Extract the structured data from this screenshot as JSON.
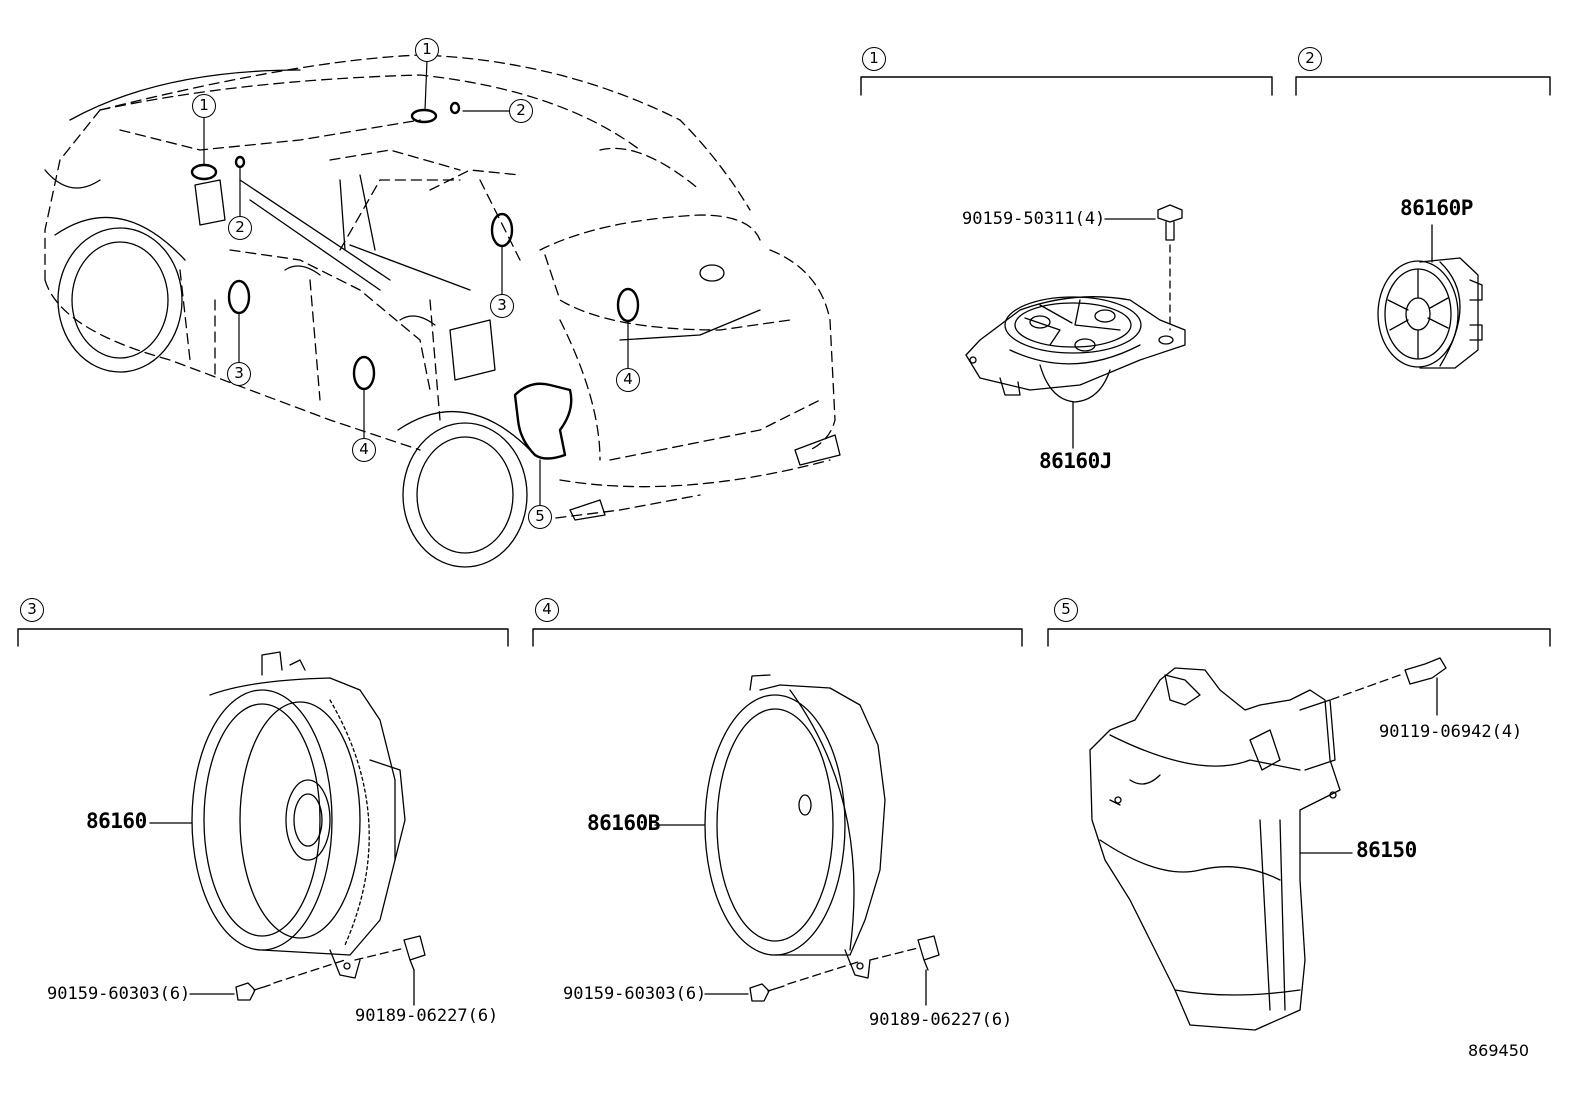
{
  "callouts": {
    "c1": "1",
    "c2": "2",
    "c3": "3",
    "c4": "4",
    "c5": "5"
  },
  "parts": {
    "screw_50311": "90159-50311(4)",
    "tweeter_j": "86160J",
    "tweeter_p": "86160P",
    "speaker_front": "86160",
    "screw_60303_a": "90159-60303(6)",
    "clip_06227_a": "90189-06227(6)",
    "speaker_rear": "86160B",
    "screw_60303_b": "90159-60303(6)",
    "clip_06227_b": "90189-06227(6)",
    "bolt_06942": "90119-06942(4)",
    "subwoofer": "86150"
  },
  "diagram_ref": "869450"
}
